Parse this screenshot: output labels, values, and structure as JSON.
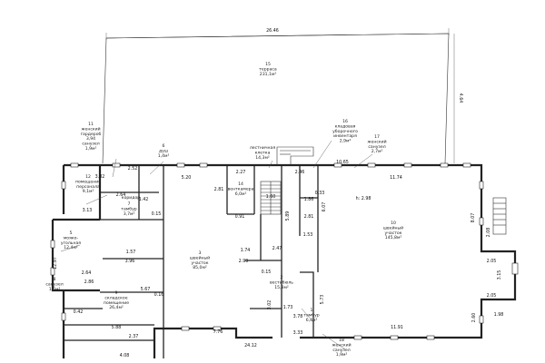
{
  "plan": {
    "dimensions": {
      "top_width": "26.46",
      "right_side": "4.64",
      "d_5_20": "5.20",
      "d_11_74": "11.74",
      "d_10_65": "10.65",
      "d_2_27": "2.27",
      "d_2_46": "2.46",
      "d_2_81": "2.81",
      "d_1_60": "1.60",
      "d_3_13": "3.13",
      "d_2_64": "2.64",
      "d_2_52": "2.52",
      "d_3_82": "3.82",
      "d_1_42": "1.42",
      "d_0_15a": "0.15",
      "d_1_74": "1.74",
      "d_2_47": "2.47",
      "d_2_99": "2.99",
      "d_3_96": "3.96",
      "d_2_86": "2.86",
      "d_2_64b": "2.64",
      "d_5_67": "5.67",
      "d_0_16": "0.16",
      "d_0_42": "0.42",
      "d_5_88": "5.88",
      "d_2_37": "2.37",
      "d_4_08": "4.08",
      "d_7_76": "7.76",
      "d_24_12": "24.12",
      "d_3_78": "3.78",
      "d_3_33": "3.33",
      "d_5_73": "5.73",
      "d_11_91": "11.91",
      "d_2_60": "2.60",
      "d_2_05": "2.05",
      "d_3_15": "3.15",
      "d_8_07": "8.07",
      "d_2_08": "2.08",
      "d_1_98": "1.98",
      "d_5_89": "5.89",
      "d_1_86": "1.86",
      "d_1_53": "1.53",
      "d_6_07": "6.07",
      "d_0_33": "0.33",
      "d_2_81b": "2.81",
      "d_0_15b": "0.15",
      "d_0_91": "0.91",
      "d_1_57": "1.57",
      "d_12_97": "12.97",
      "h_2_98": "h: 2.98",
      "d_3_02": "3.02",
      "d_1_73": "1.73",
      "d_3_94": "3.94"
    },
    "rooms": {
      "r15": [
        "15",
        "терраса",
        "231,1м²"
      ],
      "r16": [
        "16",
        "кладовая",
        "уборочного",
        "инвентаря",
        "2,9м²"
      ],
      "r17": [
        "17",
        "женский",
        "санузел",
        "2,7м²"
      ],
      "r11": [
        "11",
        "женский",
        "гардероб",
        "3,94",
        "санузел",
        "1,9м²"
      ],
      "r6": [
        "6",
        "душ",
        "1,4м²"
      ],
      "r12": [
        "12",
        "помещение",
        "персонала",
        "9,1м²"
      ],
      "r14": [
        "14",
        "венткамера",
        "6,0м²"
      ],
      "stair": [
        "лестничная",
        "клетка",
        "14,3м²"
      ],
      "r7": [
        "7",
        "тамбур",
        "3,7м²"
      ],
      "corridor": [
        "коридор"
      ],
      "r10": [
        "10",
        "швейный",
        "участок",
        "145,8м²"
      ],
      "r3": [
        "3",
        "швейный",
        "участок",
        "85,0м²"
      ],
      "r2": [
        "2",
        "вестибюль",
        "15,8м²"
      ],
      "r5": [
        "5",
        "мояко-",
        "угольная",
        "12,4м²"
      ],
      "r8": [
        "8",
        "санузел",
        "1,6м²"
      ],
      "r9": [
        "9",
        "складское",
        "помещение",
        "26,4м²"
      ],
      "r1": [
        "1",
        "тамбур",
        "6,4м²"
      ],
      "r18": [
        "18",
        "женский",
        "санузел",
        "1,9м²"
      ]
    }
  }
}
